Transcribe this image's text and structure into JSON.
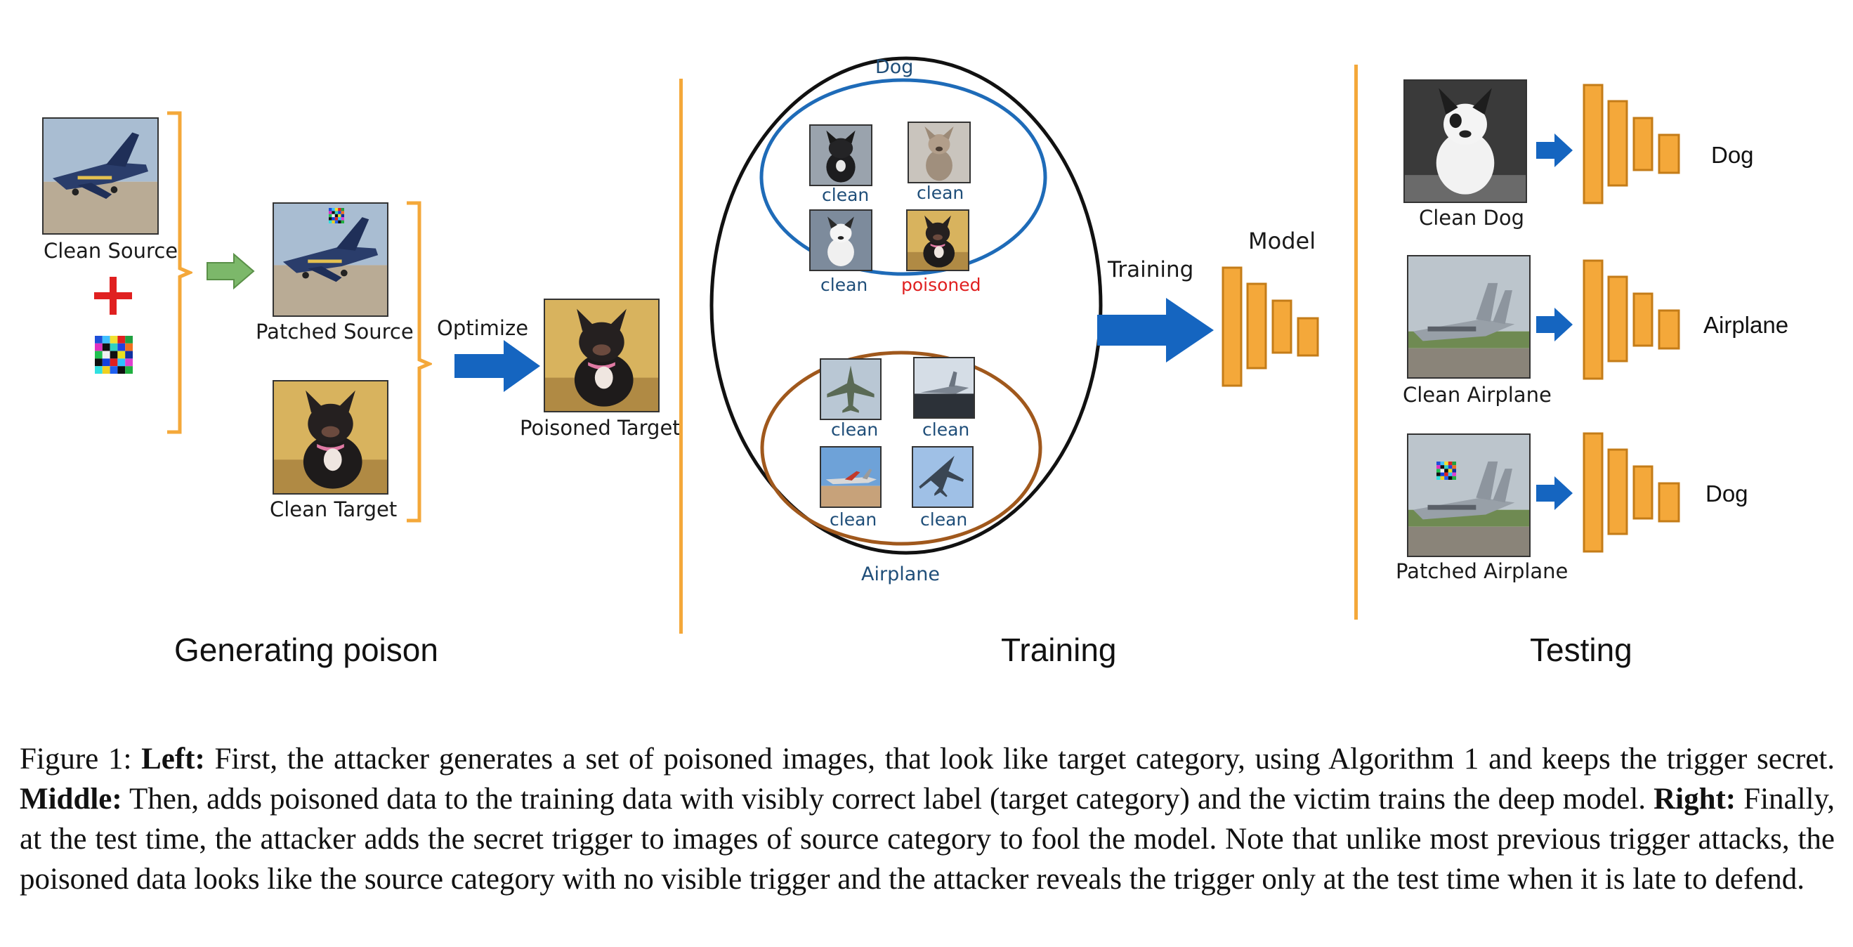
{
  "sections": {
    "left": "Generating poison",
    "middle": "Training",
    "right": "Testing"
  },
  "left_panel": {
    "clean_source": "Clean Source",
    "patched_source": "Patched Source",
    "clean_target": "Clean Target",
    "optimize": "Optimize",
    "poisoned_target": "Poisoned Target"
  },
  "middle_panel": {
    "dog_class": "Dog",
    "airplane_class": "Airplane",
    "dog_tags": [
      "clean",
      "clean",
      "clean",
      "poisoned"
    ],
    "airplane_tags": [
      "clean",
      "clean",
      "clean",
      "clean"
    ],
    "training": "Training",
    "model": "Model"
  },
  "right_panel": {
    "rows": [
      {
        "label": "Clean Dog",
        "prediction": "Dog"
      },
      {
        "label": "Clean Airplane",
        "prediction": "Airplane"
      },
      {
        "label": "Patched Airplane",
        "prediction": "Dog"
      }
    ]
  },
  "caption": {
    "prefix": "Figure 1: ",
    "left_head": "Left:",
    "left_text": " First, the attacker generates a set of poisoned images, that look like target category, using Algorithm 1 and keeps the trigger secret. ",
    "middle_head": "Middle:",
    "middle_text": " Then, adds poisoned data to the training data with visibly correct label (target category) and the victim trains the deep model. ",
    "right_head": "Right:",
    "right_text": " Finally, at the test time, the attacker adds the secret trigger to images of source category to fool the model. Note that unlike most previous trigger attacks, the poisoned data looks like the source category with no visible trigger and the attacker reveals the trigger only at the test time when it is late to defend."
  },
  "colors": {
    "orange": "#f4a83a",
    "blue_arrow": "#1565c0",
    "green_arrow": "#7cb86a",
    "red_plus": "#e02020",
    "dog_ellipse": "#1e6bb8",
    "airplane_ellipse": "#a0581c"
  }
}
